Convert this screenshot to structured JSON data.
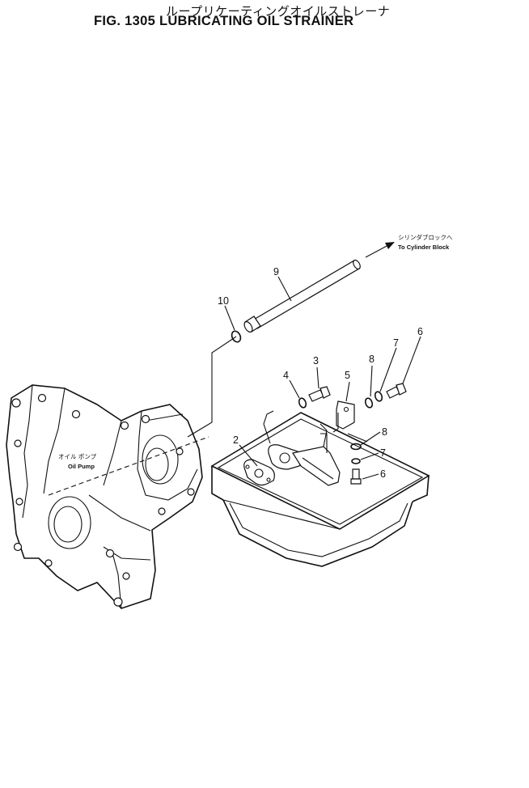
{
  "header": {
    "title_jp": "ループリケーティングオイルストレーナ",
    "title_en": "FIG. 1305  LUBRICATING OIL STRAINER"
  },
  "annotations": {
    "pump_jp": "オイル ポンプ",
    "pump_en": "Oil Pump",
    "block_jp": "シリンダブロックへ",
    "block_en": "To Cylinder Block"
  },
  "callouts": {
    "c10": "10",
    "c9": "9",
    "c6a": "6",
    "c7a": "7",
    "c8a": "8",
    "c5": "5",
    "c3": "3",
    "c4": "4",
    "c2": "2",
    "c8b": "8",
    "c7b": "7",
    "c6b": "6"
  }
}
